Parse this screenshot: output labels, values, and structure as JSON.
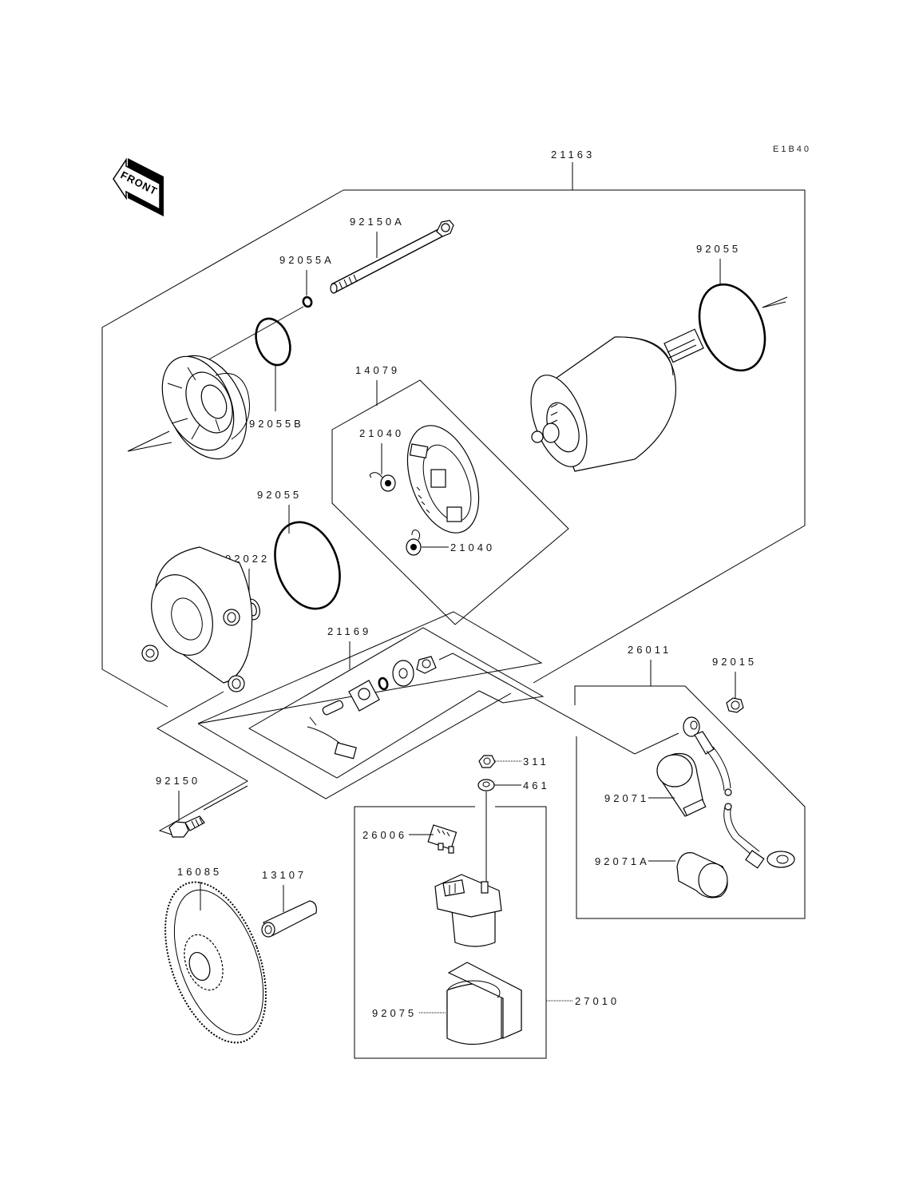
{
  "diagram": {
    "code": "E1B40",
    "front_label": "FRONT",
    "labels": {
      "assembly_starter": "21163",
      "bolt_long": "92150A",
      "oring_small": "92055A",
      "oring_right": "92055",
      "oring_cover": "92055B",
      "brush_holder": "14079",
      "spring_top": "21040",
      "spring_bottom": "21040",
      "oring_mid": "92055",
      "washer": "92022",
      "terminal_set": "21169",
      "cable": "26011",
      "nut_92015": "92015",
      "nut_311": "311",
      "washer_461": "461",
      "bolt_short": "92150",
      "fuse": "26006",
      "cap_92071": "92071",
      "cap_92071a": "92071A",
      "gear": "16085",
      "shaft": "13107",
      "relay": "27010",
      "relay_holder": "92075"
    }
  }
}
